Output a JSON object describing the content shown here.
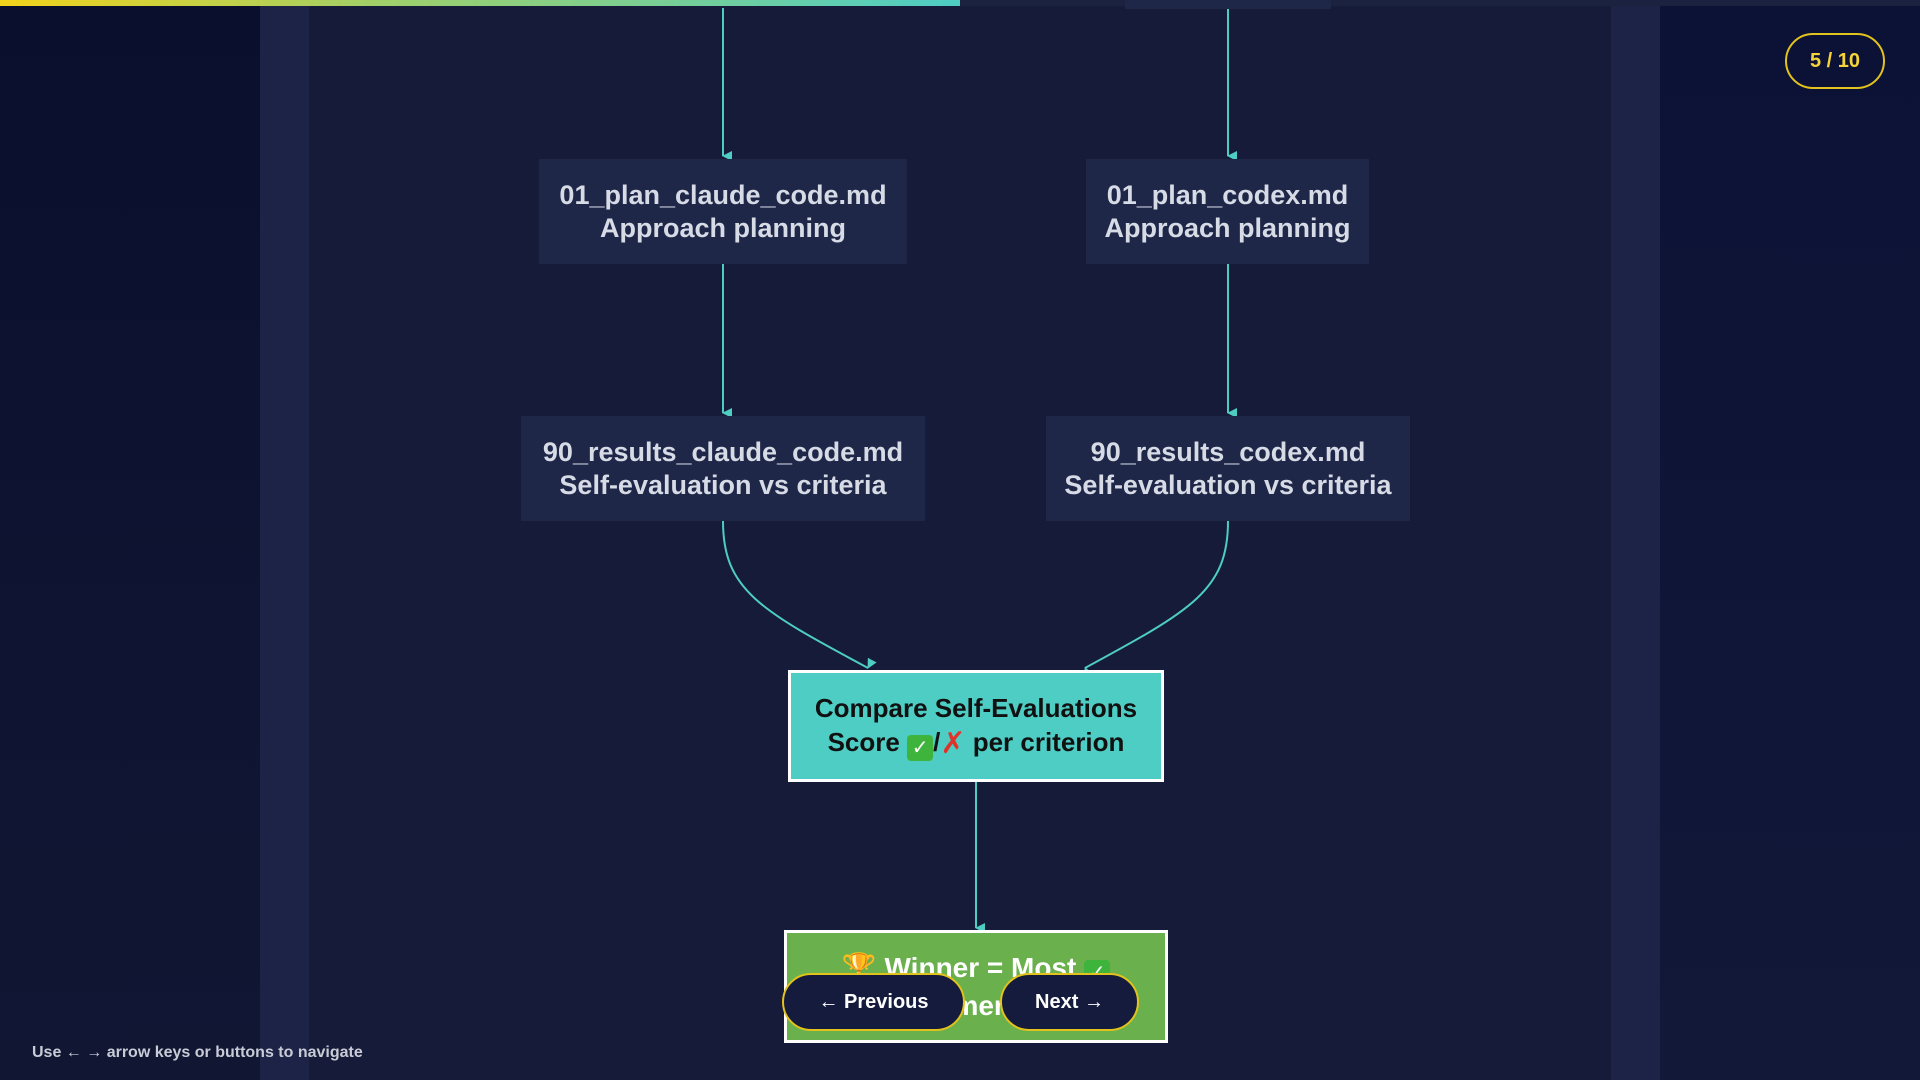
{
  "progress": {
    "fraction": 0.5
  },
  "slide_counter": "5 / 10",
  "flow": {
    "left_plan": {
      "line1": "01_plan_claude_code.md",
      "line2": "Approach planning"
    },
    "right_plan": {
      "line1": "01_plan_codex.md",
      "line2": "Approach planning"
    },
    "left_results": {
      "line1": "90_results_claude_code.md",
      "line2": "Self-evaluation vs criteria"
    },
    "right_results": {
      "line1": "90_results_codex.md",
      "line2": "Self-evaluation vs criteria"
    },
    "compare": {
      "line1": "Compare Self-Evaluations",
      "line2_before": "Score ",
      "check": "✓",
      "slash": "/",
      "cross": "✗",
      "line2_after": " per criterion"
    },
    "winner": {
      "trophy": "🏆",
      "line1": "Winner = Most ",
      "check": "✓",
      "line2": "requirements met"
    }
  },
  "nav": {
    "prev_label": "← Previous",
    "next_label": "Next →"
  },
  "hint": "Use ← → arrow keys or buttons to navigate",
  "colors": {
    "accent": "#4ecdc4",
    "highlight": "#e2c21c",
    "winner": "#6ab04c",
    "node_bg": "#1f2749"
  }
}
